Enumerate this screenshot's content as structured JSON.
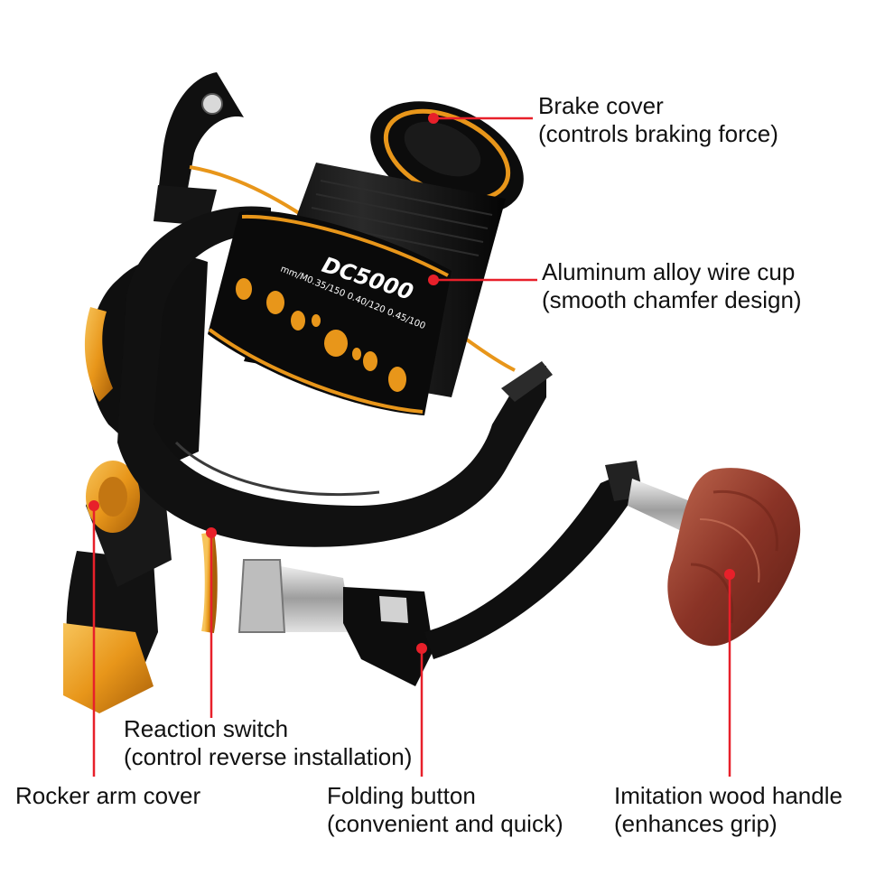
{
  "colors": {
    "callout_line": "#e8202a",
    "callout_dot": "#e8202a",
    "reel_body": "#0d0d0d",
    "accent_gold": "#e8961a",
    "wood_handle": "#9a3c2e",
    "chrome": "#c9c9c9"
  },
  "product": {
    "spool_model": "DC5000",
    "spool_spec": "mm/M0.35/150 0.40/120 0.45/100"
  },
  "callouts": [
    {
      "id": "brake",
      "title": "Brake cover",
      "subtitle": "(controls braking force)"
    },
    {
      "id": "wire-cup",
      "title": "Aluminum alloy wire cup",
      "subtitle": "(smooth chamfer design)"
    },
    {
      "id": "reaction",
      "title": "Reaction switch",
      "subtitle": "(control reverse installation)"
    },
    {
      "id": "rocker",
      "title": "Rocker arm cover",
      "subtitle": ""
    },
    {
      "id": "folding",
      "title": "Folding button",
      "subtitle": "(convenient and quick)"
    },
    {
      "id": "handle",
      "title": "Imitation wood handle",
      "subtitle": "(enhances grip)"
    }
  ]
}
